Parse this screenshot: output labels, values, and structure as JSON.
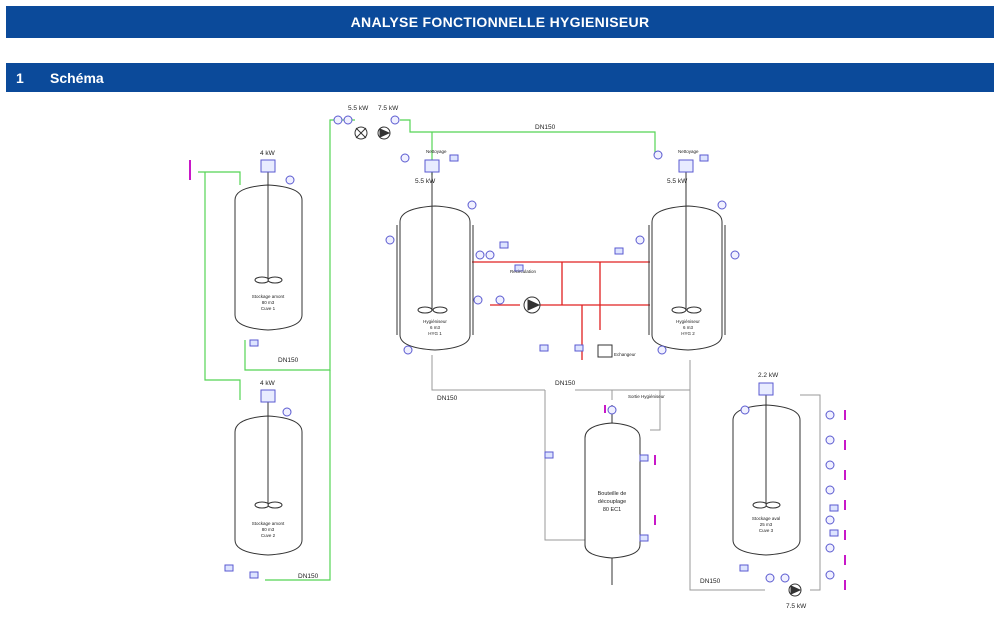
{
  "document": {
    "title": "ANALYSE FONCTIONNELLE HYGIENISEUR",
    "section": {
      "number": "1",
      "title": "Schéma"
    }
  },
  "schema": {
    "pipe_labels": [
      "DN150",
      "DN150",
      "DN150",
      "DN150",
      "DN150",
      "DN150"
    ],
    "power_labels": [
      "5.5 kW",
      "7.5 kW",
      "4 kW",
      "4 kW",
      "5.5 kW",
      "5.5 kW",
      "2.2 kW",
      "7.5 kW"
    ],
    "tanks": [
      {
        "line1": "Stockage amont",
        "line2": "80 m3",
        "line3": "Cuve 1"
      },
      {
        "line1": "Stockage amont",
        "line2": "80 m3",
        "line3": "Cuve 2"
      },
      {
        "line1": "Hygiéniseur",
        "line2": "6 m3",
        "line3": "HYG 1"
      },
      {
        "line1": "Hygiéniseur",
        "line2": "6 m3",
        "line3": "HYG 2"
      },
      {
        "line1": "Bouteille de",
        "line2": "découplage",
        "line3": "80 EC1"
      },
      {
        "line1": "Stockage aval",
        "line2": "25 m3",
        "line3": "Cuve 3"
      }
    ],
    "misc_labels": [
      "Recirculation",
      "Sortie Hygiéniseur",
      "Nettoyage",
      "Nettoyage",
      "Echangeur"
    ]
  },
  "colors": {
    "header_bg": "#0b4a9a",
    "header_text": "#ffffff",
    "green_pipe": "#55d455",
    "red_pipe": "#e02020",
    "grey_pipe": "#9a9a9a",
    "instrument": "#5a5ad0"
  }
}
